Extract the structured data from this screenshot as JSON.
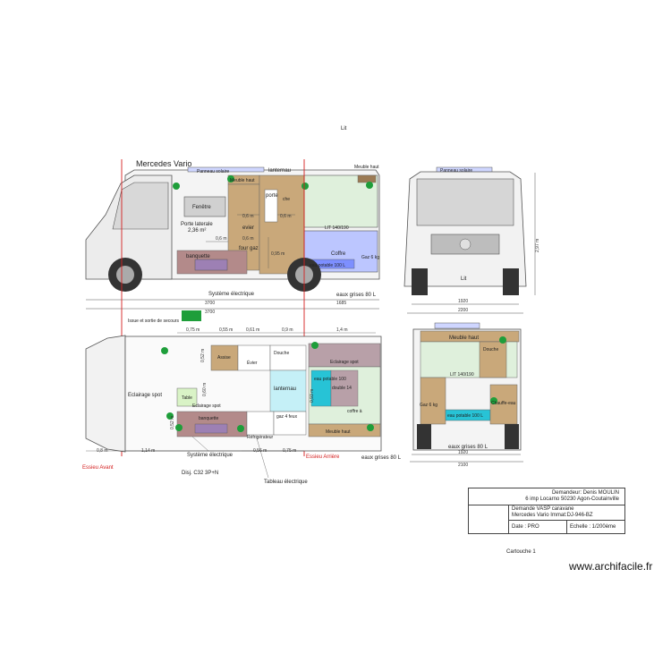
{
  "header": {
    "top_label": "Lit"
  },
  "side_view": {
    "title": "Mercedes Vario",
    "solar_panel": "Panneau solaire",
    "upper_cabinet_left": "Meuble haut",
    "skylight": "lanternau",
    "upper_cabinet_right": "Meuble haut",
    "window": "Fenêtre",
    "side_door_line1": "Porte laterale",
    "side_door_line2": "2,36 m²",
    "door": "porte",
    "shower": "che",
    "sink": "evier",
    "gas_oven": "four gaz",
    "bench": "banquette",
    "bed": "LIT 140/190",
    "chest": "Coffre",
    "gas": "Gaz 6 kg",
    "fresh_water": "eau potable 100 L",
    "grey_water": "eaux grises 80 L",
    "electrical_system": "Système électrique",
    "dims": {
      "d06a": "0,6 m",
      "d06b": "0,6 m",
      "d06c": "0,6 m",
      "d095": "0,95 m",
      "d06d": "0,6 m",
      "total": "3700",
      "front_overhang": "3700",
      "rear_overhang": "1685"
    }
  },
  "front_view": {
    "solar_panel": "Panneau solaire",
    "bed_label": "Lit",
    "height": "2,97 m",
    "width_a": "1920",
    "width_b": "2200"
  },
  "rear_view": {
    "upper_cabinet": "Meuble haut",
    "shower": "Douche",
    "bed": "LIT 140/190",
    "gas": "Gaz 6 kg",
    "fresh_water": "eau potable 100 L",
    "hot_water": "Chauffe-eau",
    "grey_water": "eaux grises 80 L",
    "width_a": "1920",
    "width_b": "2100"
  },
  "plan_view": {
    "emergency_exit": "Issue et sortie de secours",
    "front_spot": "Eclairage spot",
    "table": "Table",
    "mid_spot": "Eclairage spot",
    "seat": "Assise",
    "sink": "Évier",
    "shower": "Douche",
    "skylight": "lanternau",
    "rear_spot": "Eclairage spot",
    "fresh_water": "eau potable 100",
    "double_bed": "double 14",
    "chest": "coffre à",
    "bench": "banquette",
    "gas_stove": "gaz 4 feux",
    "fridge": "Réfrigérateur",
    "upper_cabinet": "Meuble haut",
    "electrical_system": "Système électrique",
    "circuit_breaker": "Disj. C32 3P+N",
    "electrical_panel": "Tableau électrique",
    "grey_water": "eaux grises 80 L",
    "front_axle": "Essieu Avant",
    "rear_axle": "Essieu Arrière",
    "dims": {
      "top1": "0,75 m",
      "top2": "0,55 m",
      "top3": "0,61 m",
      "top4": "0,9 m",
      "top5": "1,4 m",
      "v1": "0,52 m",
      "v2": "0,60 m",
      "v3": "0,52 m",
      "v4": "0,93 m",
      "bot1": "0,8 m",
      "bot2": "1,14 m",
      "bot3": "0,56 m",
      "bot4": "0,75 m"
    }
  },
  "cartouche": {
    "applicant_line1": "Demandeur: Denis MOULIN",
    "applicant_line2": "6 imp Locarno 50230 Agon-Coutainville",
    "request_line1": "Demande VASP caravane",
    "request_line2": "Mercedes Vario  Immat:DJ-946-BZ",
    "date": "Date : PRO",
    "scale": "Echelle : 1/200ème",
    "caption": "Cartouche 1"
  },
  "watermark": "www.archifacile.fr",
  "colors": {
    "wood": "#c9a87a",
    "wood_dark": "#9b7a54",
    "blue_tank": "#bcc6ff",
    "cyan": "#27c3d6",
    "light_cyan": "#c5f0f7",
    "green_panel": "#dff0dc",
    "mauve": "#b8a0a8",
    "red_axle": "#d42020",
    "green_icon": "#1e9e3a"
  }
}
